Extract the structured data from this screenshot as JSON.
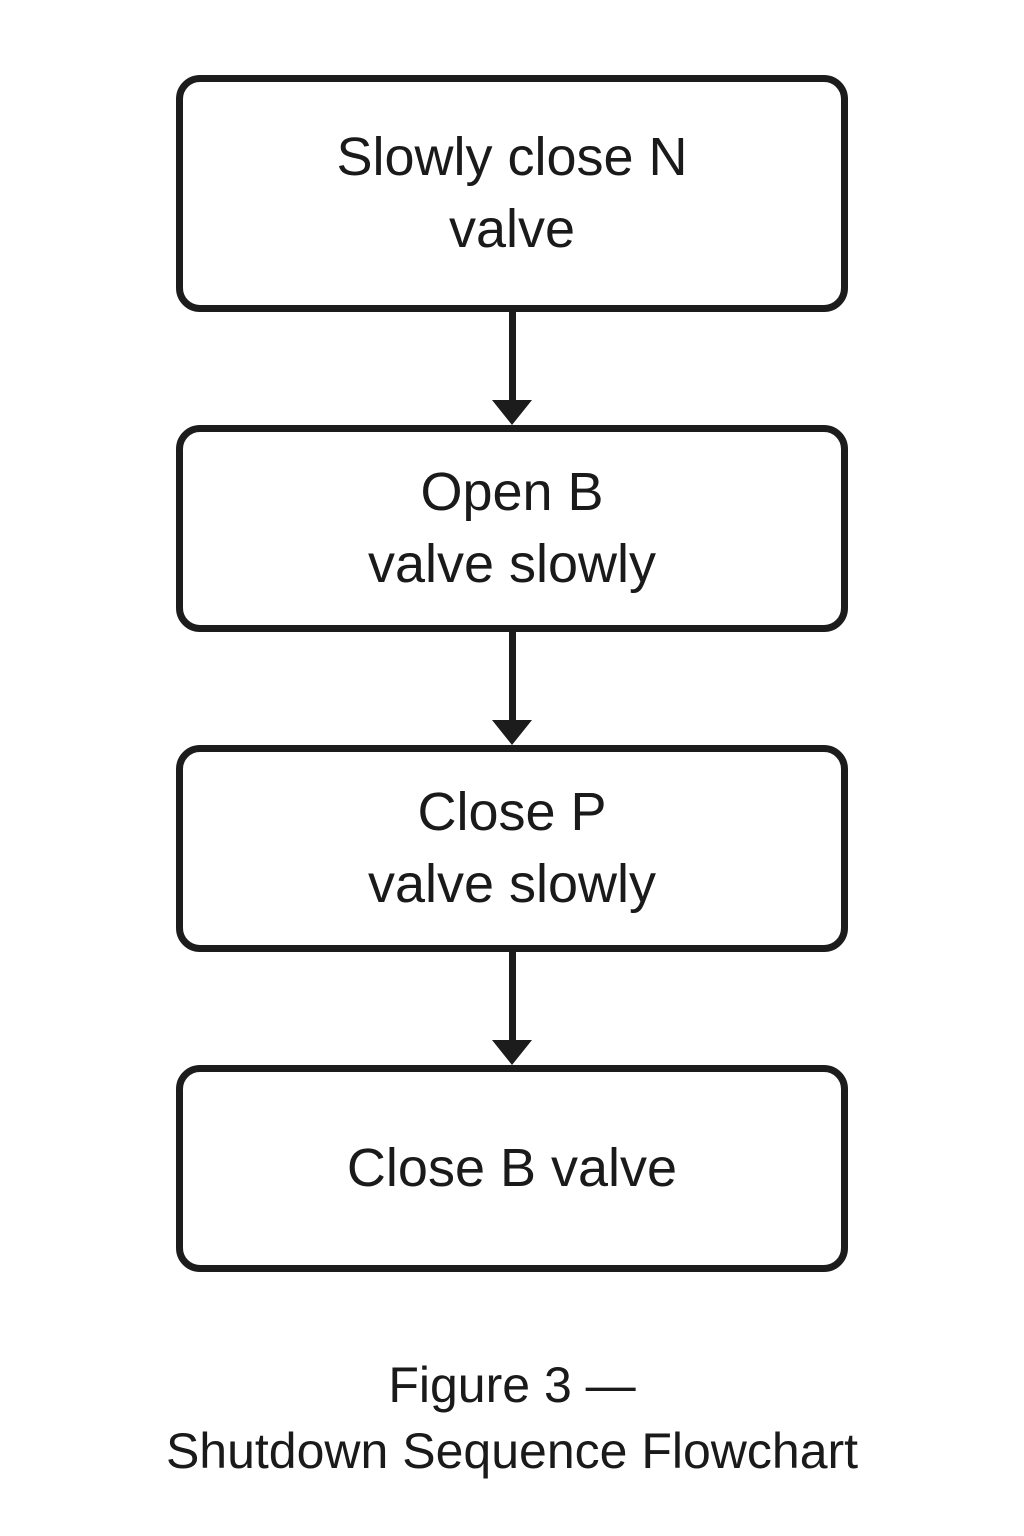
{
  "flowchart": {
    "nodes": [
      {
        "id": "slowly-close-n-valve",
        "line1": "Slowly close N",
        "line2": "valve"
      },
      {
        "id": "open-b-valve",
        "line1": "Open B",
        "line2": "valve slowly"
      },
      {
        "id": "close-p-valve",
        "line1": "Close P",
        "line2": "valve slowly"
      },
      {
        "id": "close-b-valve",
        "line1": "Close B valve"
      }
    ],
    "caption": {
      "line1": "Figure 3 —",
      "line2": "Shutdown Sequence Flowchart"
    },
    "colors": {
      "stroke": "#1c1c1c",
      "text": "#1a1a1a",
      "background": "#ffffff"
    }
  }
}
